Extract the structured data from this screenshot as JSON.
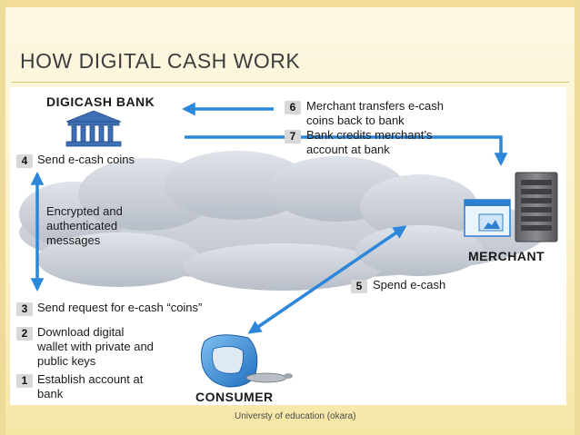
{
  "slide": {
    "title": "How Digital cash work",
    "footer": "Universty of education (okara)"
  },
  "diagram": {
    "bank_label": "DIGICASH BANK",
    "merchant_label": "MERCHANT",
    "consumer_label": "CONSUMER",
    "cloud_text": "Encrypted and authenticated messages",
    "steps": [
      {
        "num": "1",
        "text": "Establish account at bank"
      },
      {
        "num": "2",
        "text": "Download digital wallet with private and public keys"
      },
      {
        "num": "3",
        "text": "Send request for e-cash “coins”"
      },
      {
        "num": "4",
        "text": "Send e-cash coins"
      },
      {
        "num": "5",
        "text": "Spend e-cash"
      },
      {
        "num": "6",
        "text": "Merchant transfers e-cash coins back to bank"
      },
      {
        "num": "7",
        "text": "Bank credits merchant’s account at bank"
      }
    ],
    "colors": {
      "arrow": "#2c87d8",
      "cloud": "#c9ced6",
      "bank_icon": "#3c6fb6",
      "server": "#6d6f73",
      "monitor": "#2e7fd0"
    }
  }
}
